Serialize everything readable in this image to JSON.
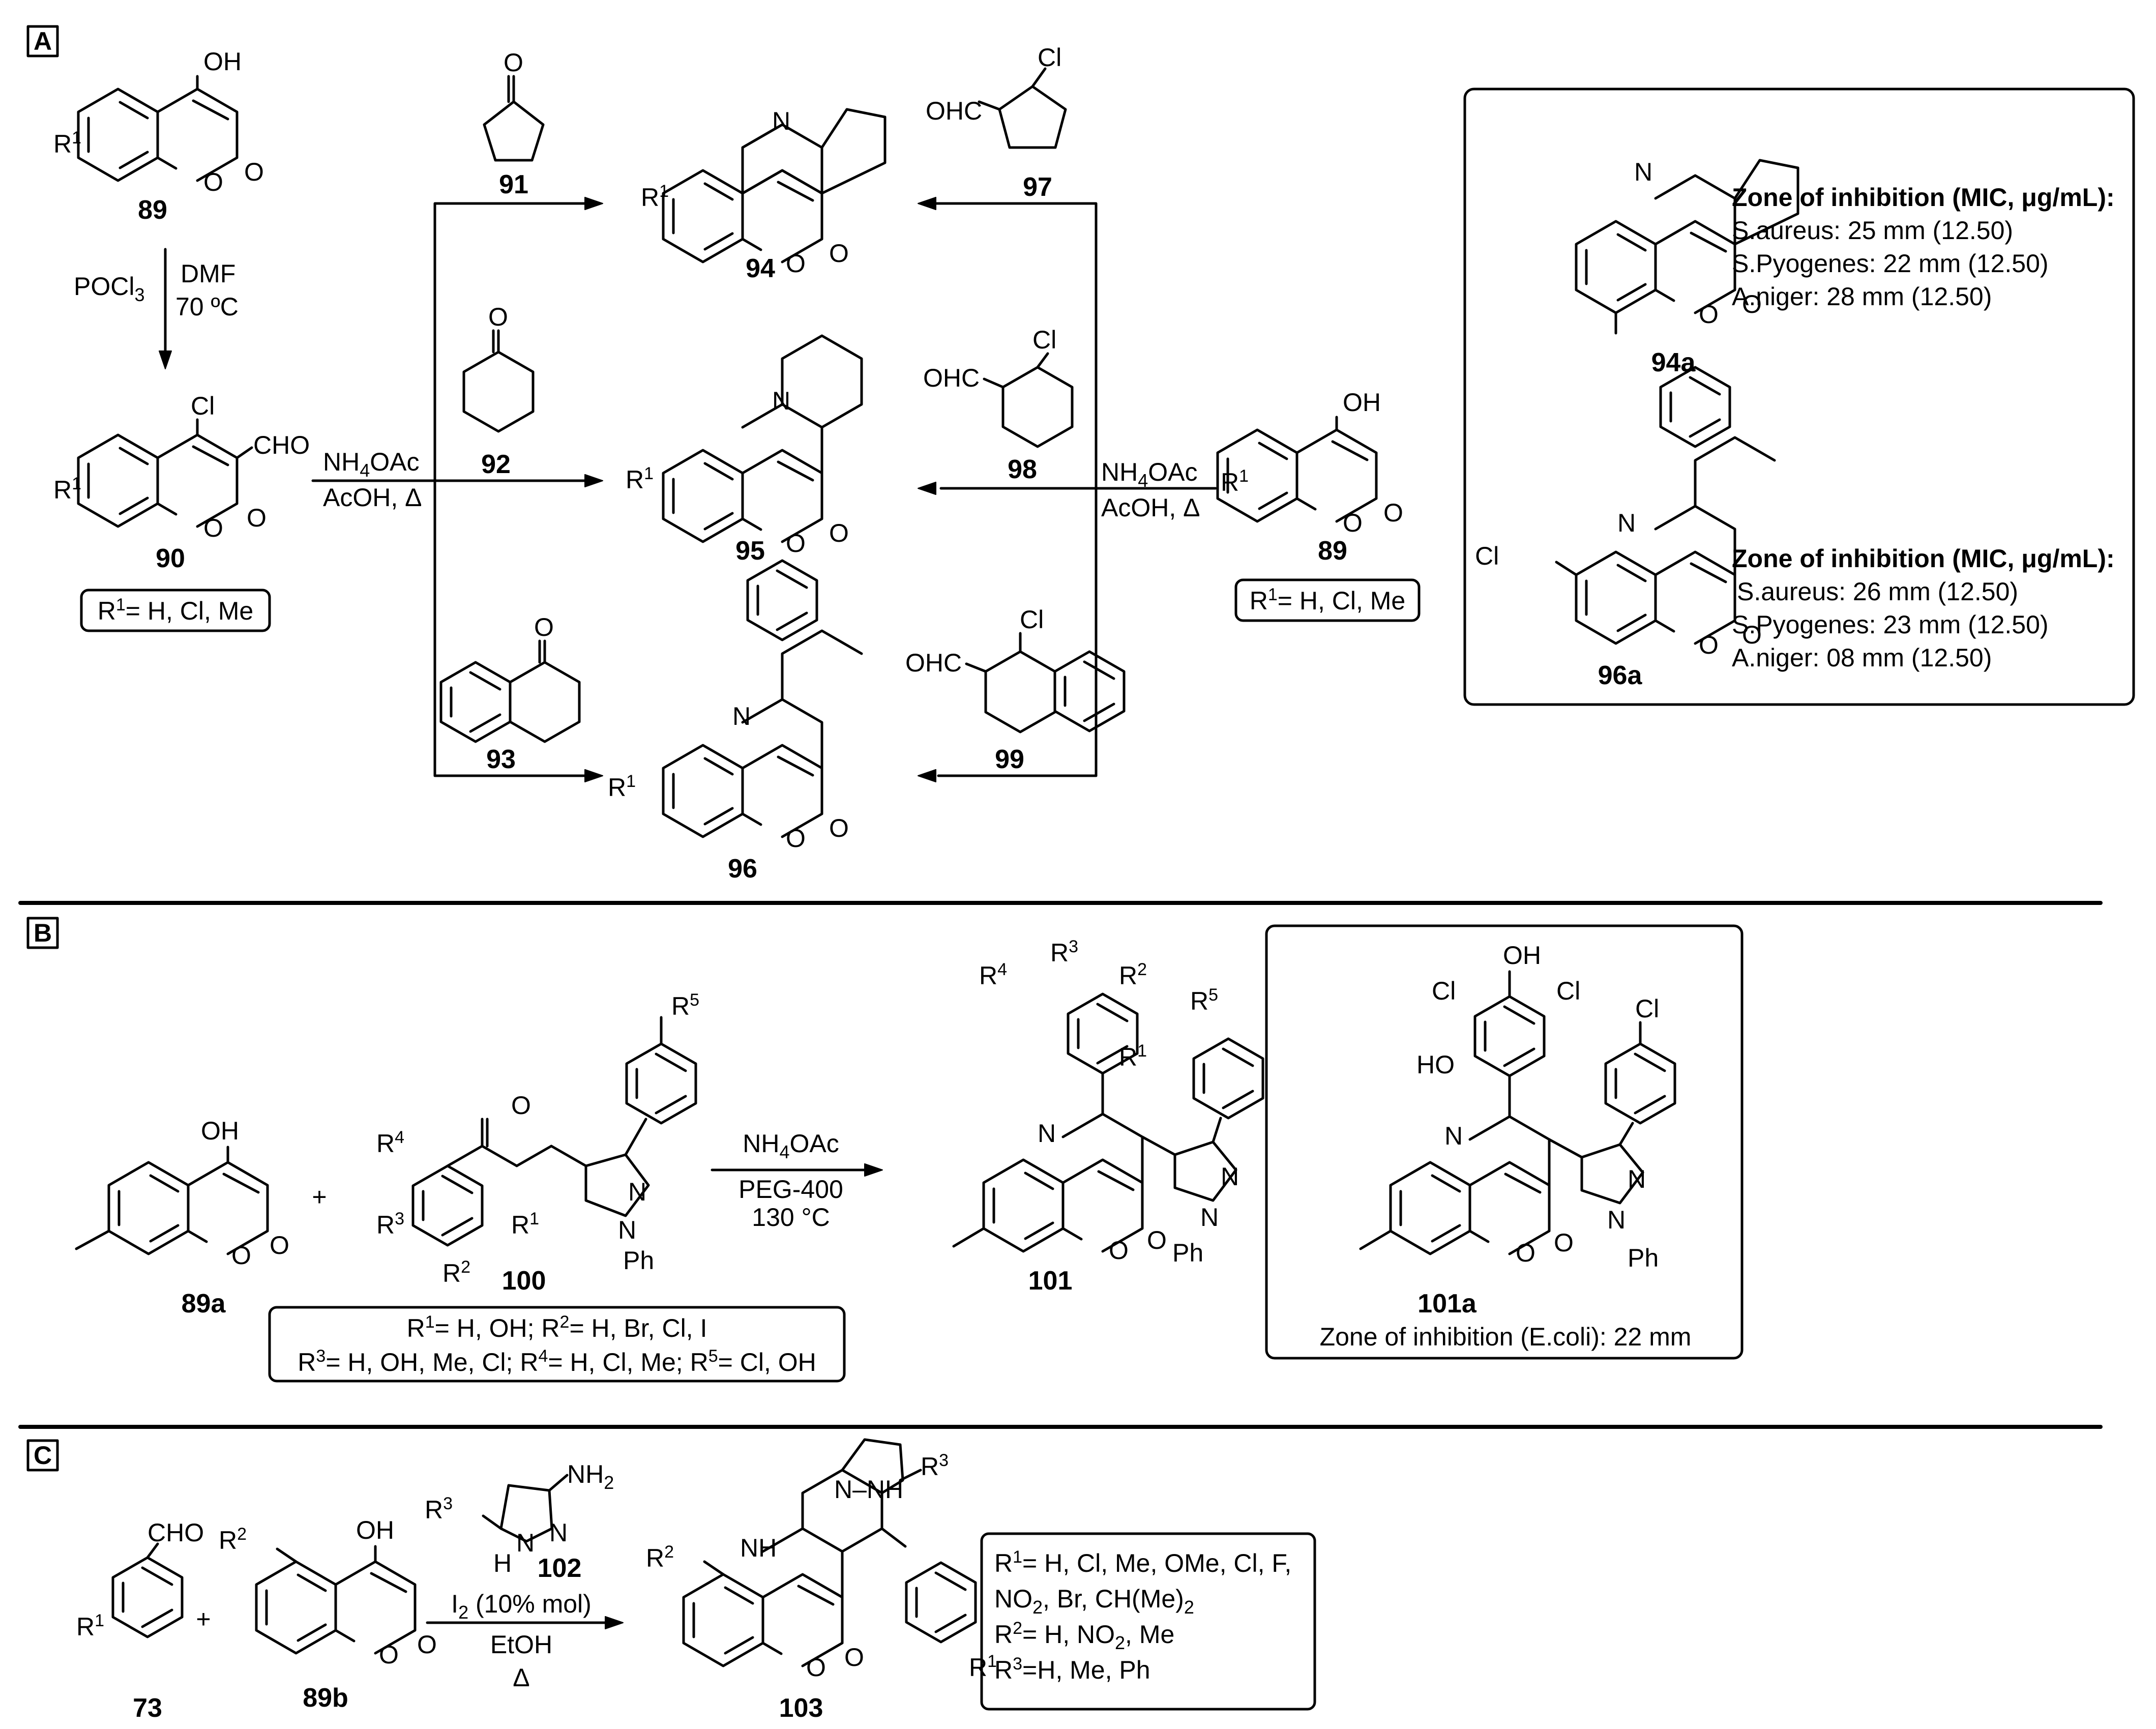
{
  "panels": {
    "A": {
      "label": "A",
      "reagents_vilsmeier_left": "POCl",
      "reagents_vilsmeier_left_sub": "3",
      "reagents_vilsmeier_right": "DMF",
      "reagents_vilsmeier_temp": "70 ºC",
      "reagents_cond_top": "NH",
      "reagents_cond_top_sub": "4",
      "reagents_cond_top_tail": "OAc",
      "reagents_cond_bottom": "AcOH, Δ",
      "r1_box_bold": "R",
      "r1_box_sup": "1",
      "r1_box_text": "= H, Cl, Me",
      "compounds": {
        "c89": "89",
        "c90": "90",
        "c91": "91",
        "c92": "92",
        "c93": "93",
        "c94": "94",
        "c95": "95",
        "c96": "96",
        "c97": "97",
        "c98": "98",
        "c99": "99",
        "c94a": "94a",
        "c96a": "96a"
      },
      "atoms": {
        "oh": "OH",
        "cl": "Cl",
        "cho": "CHO",
        "ohc": "OHC",
        "o": "O",
        "n": "N",
        "r": "R",
        "r_sup": "1"
      },
      "activity_title": "Zone of inhibition (MIC, μg/mL):",
      "activity_94a": [
        {
          "organism": "S.aureus",
          "sep": ":",
          "value": " 25 mm (12.50)"
        },
        {
          "organism": "S.Pyogenes",
          "sep": ":",
          "value": " 22 mm (12.50)"
        },
        {
          "organism": "A.niger",
          "sep": ":",
          "value": " 28 mm (12.50)"
        }
      ],
      "activity_96a": [
        {
          "organism": "S.aureus",
          "sep": ":",
          "value": " 26 mm (12.50)"
        },
        {
          "organism": "S.Pyogenes",
          "sep": ":",
          "value": " 23 mm (12.50)"
        },
        {
          "organism": "A.niger",
          "sep": ":",
          "value": " 08 mm (12.50)"
        }
      ]
    },
    "B": {
      "label": "B",
      "plus": "+",
      "c89a": "89a",
      "c100": "100",
      "c101": "101",
      "c101a": "101a",
      "cond1_a": "NH",
      "cond1_sub": "4",
      "cond1_b": "OAc",
      "cond2": "PEG-400",
      "cond3": "130 °C",
      "substituents_line1": [
        {
          "bold": "R",
          "sup": "1",
          "text": "= H, OH; "
        },
        {
          "bold": "R",
          "sup": "2",
          "text": "= H, Br, Cl, I"
        }
      ],
      "substituents_line2": [
        {
          "bold": "R",
          "sup": "3",
          "text": "= H, OH, Me, Cl; "
        },
        {
          "bold": "R",
          "sup": "4",
          "text": "= H, Cl, Me; R"
        },
        {
          "bold": "",
          "sup": "5",
          "text": "= Cl, OH"
        }
      ],
      "activity_101a_pre": "Zone of inhibition",
      "activity_101a_open": " (",
      "activity_101a_org": "E.coli",
      "activity_101a_post": "): 22 mm",
      "ph": "Ph",
      "n": "N",
      "o": "O",
      "oh": "OH",
      "cl": "Cl",
      "ho": "HO"
    },
    "C": {
      "label": "C",
      "c73": "73",
      "c89b": "89b",
      "c102": "102",
      "c103": "103",
      "plus": "+",
      "cond1_a": "I",
      "cond1_sub": "2",
      "cond1_b": " (10% mol)",
      "cond2": "EtOH",
      "cond3": "Δ",
      "nh2": "NH",
      "nh2_sub": "2",
      "cho": "CHO",
      "oh": "OH",
      "o": "O",
      "n": "N",
      "h": "H",
      "nh": "NH",
      "hn": "N–NH",
      "substituents": [
        {
          "bold": "R",
          "sup": "1",
          "text": "= H, Cl, Me, OMe, Cl, F,"
        },
        {
          "bold": "",
          "sup": "",
          "text": "NO",
          "sub": "2",
          "tail": ", Br, CH(Me)",
          "sub2": "2"
        },
        {
          "bold": "R",
          "sup": "2",
          "text": "= H, NO",
          "sub": "2",
          "tail": ", Me"
        },
        {
          "bold": "R",
          "sup": "3",
          "text": "=H, Me, Ph"
        }
      ]
    }
  }
}
